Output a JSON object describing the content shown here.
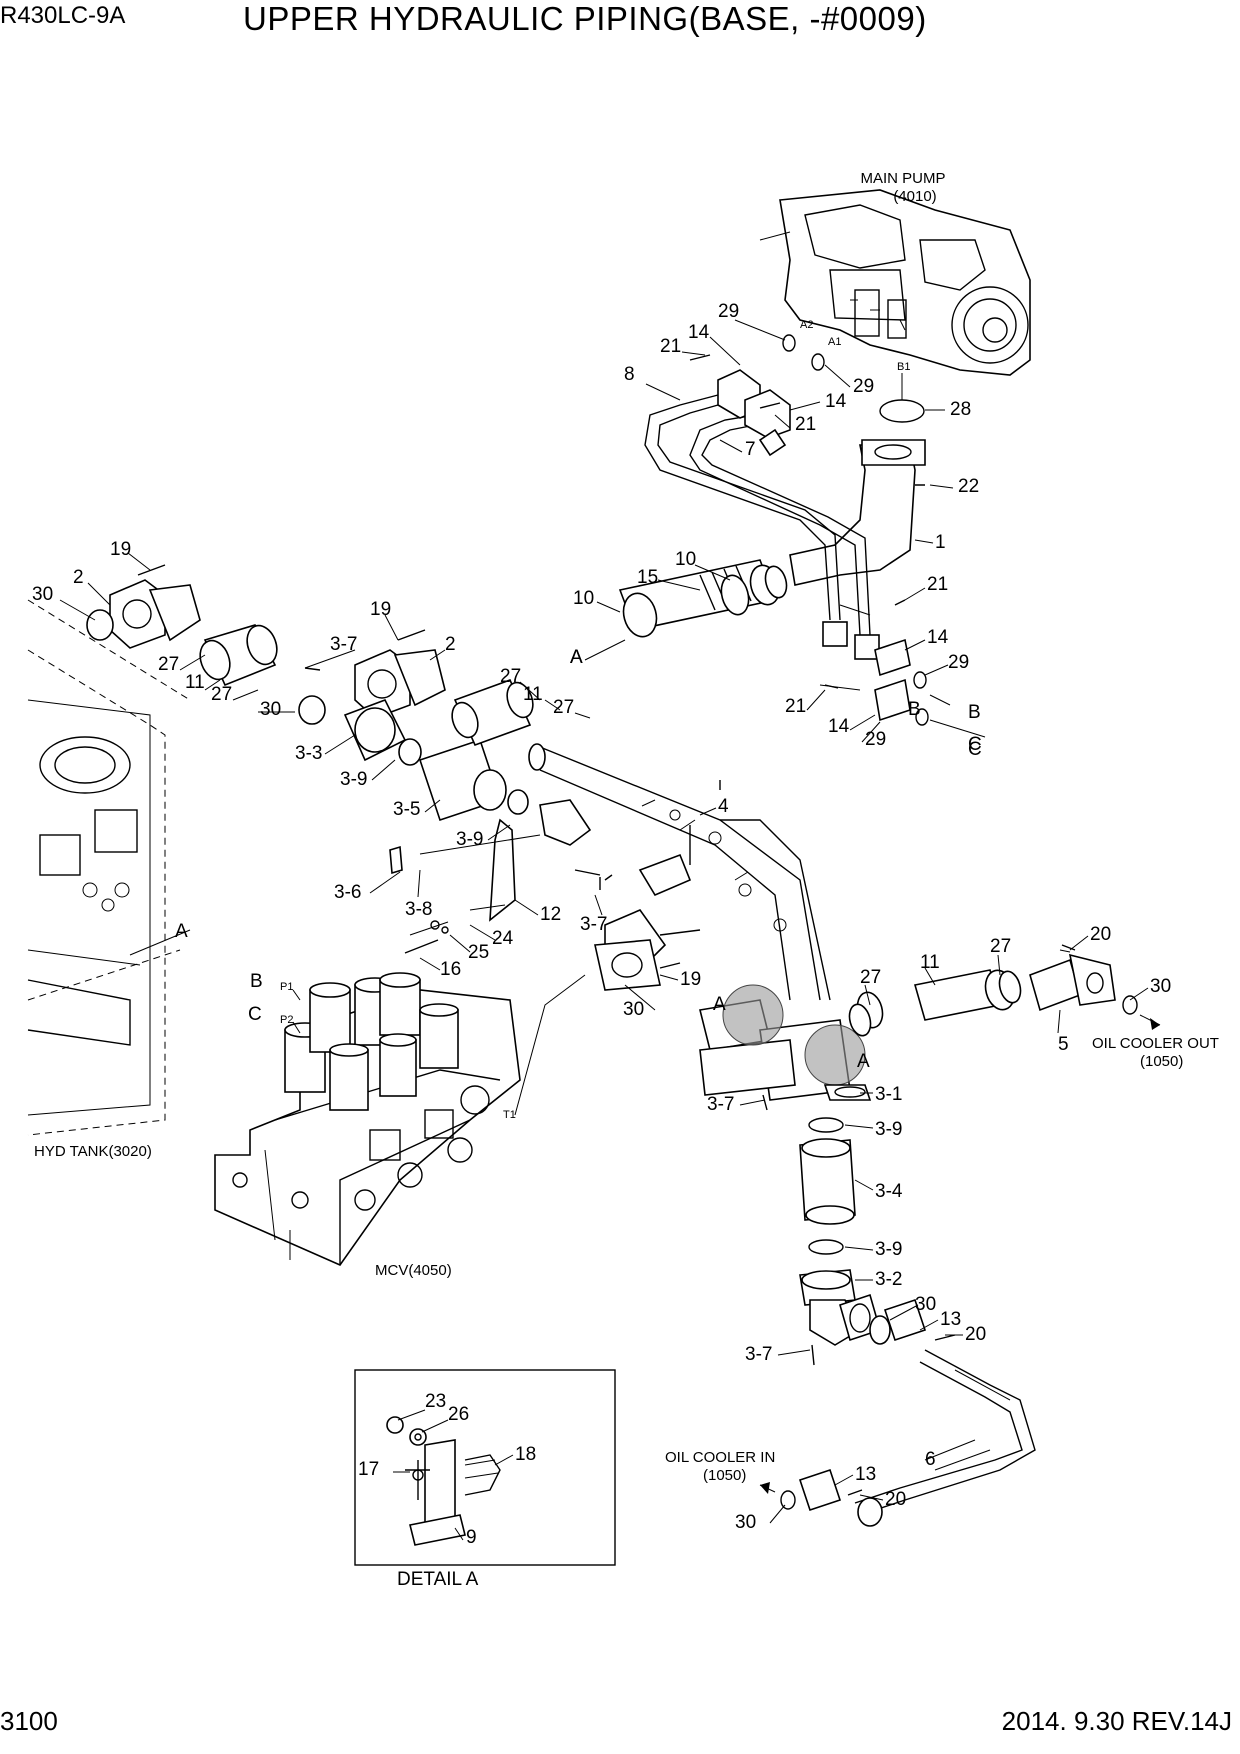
{
  "header": {
    "model": "R430LC-9A",
    "title": "UPPER HYDRAULIC PIPING(BASE, -#0009)"
  },
  "footer": {
    "page_number": "3100",
    "revision": "2014. 9.30  REV.14J"
  },
  "components": {
    "main_pump": "MAIN PUMP",
    "main_pump_ref": "(4010)",
    "hyd_tank": "HYD TANK(3020)",
    "mcv": "MCV(4050)",
    "oil_cooler_out": "OIL COOLER OUT",
    "oil_cooler_out_ref": "(1050)",
    "oil_cooler_in": "OIL COOLER IN",
    "oil_cooler_in_ref": "(1050)",
    "detail_a": "DETAIL A"
  },
  "port_labels": {
    "a2": "A2",
    "a1": "A1",
    "b1": "B1",
    "p1": "P1",
    "p2": "P2",
    "t1": "T1",
    "b_mcv": "B",
    "c_mcv": "C",
    "b_pipe": "B",
    "c_pipe": "C",
    "a_hose": "A",
    "a_tank": "A",
    "a_left": "A",
    "a_right": "A"
  },
  "callouts": [
    "29",
    "14",
    "21",
    "8",
    "14",
    "29",
    "28",
    "21",
    "7",
    "22",
    "1",
    "19",
    "2",
    "30",
    "10",
    "15",
    "10",
    "A",
    "21",
    "14",
    "29",
    "B",
    "21",
    "14",
    "29",
    "C",
    "19",
    "3-7",
    "2",
    "27",
    "11",
    "27",
    "30",
    "27",
    "11",
    "27",
    "3-3",
    "3-9",
    "3-5",
    "4",
    "3-9",
    "3-6",
    "3-8",
    "12",
    "3-7",
    "24",
    "25",
    "16",
    "19",
    "30",
    "27",
    "11",
    "27",
    "20",
    "30",
    "5",
    "3-7",
    "3-1",
    "3-9",
    "3-4",
    "3-9",
    "3-2",
    "30",
    "13",
    "20",
    "3-7",
    "6",
    "13",
    "20",
    "30",
    "23",
    "26",
    "18",
    "17",
    "9"
  ]
}
